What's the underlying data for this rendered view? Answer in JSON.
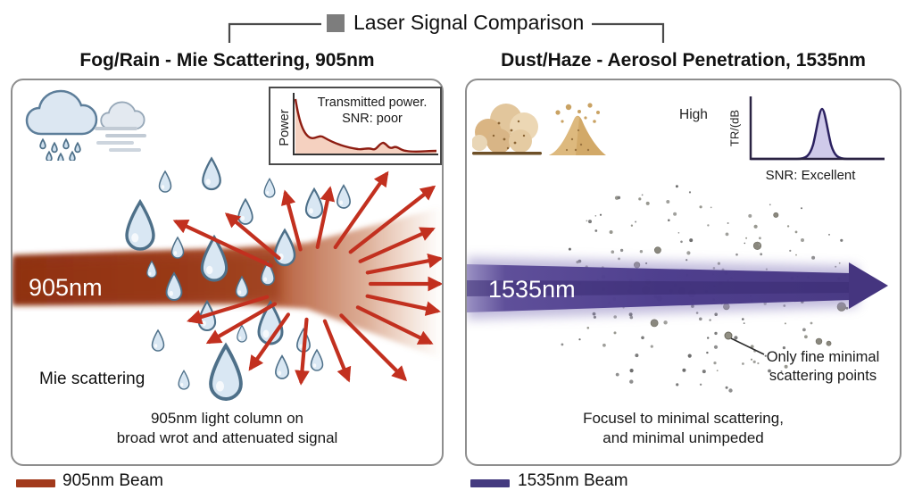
{
  "header": {
    "title": "Laser Signal Comparison"
  },
  "fog_panel": {
    "title": "Fog/Rain - Mie Scattering, 905nm",
    "inset": {
      "ylabel": "Power",
      "line1": "Transmitted power.",
      "line2": "SNR: poor"
    },
    "beam_label": "905nm",
    "note": "Mie scattering",
    "caption1": "905nm light column on",
    "caption2": "broad wrot and attenuated signal",
    "legend_label": "905nm Beam",
    "beam_color": "#9e3517",
    "arrow_color": "#c2301f"
  },
  "dust_panel": {
    "title": "Dust/Haze - Aerosol Penetration, 1535nm",
    "inset": {
      "high": "High",
      "ylabel": "TR/(dB",
      "caption": "SNR: Excellent"
    },
    "beam_label": "1535nm",
    "pointer1": "Only fine minimal",
    "pointer2": "scattering points",
    "caption1": "Focusel to minimal scattering,",
    "caption2": "and minimal unimpeded",
    "legend_label": "1535nm Beam",
    "beam_color": "#4a3a8c"
  }
}
